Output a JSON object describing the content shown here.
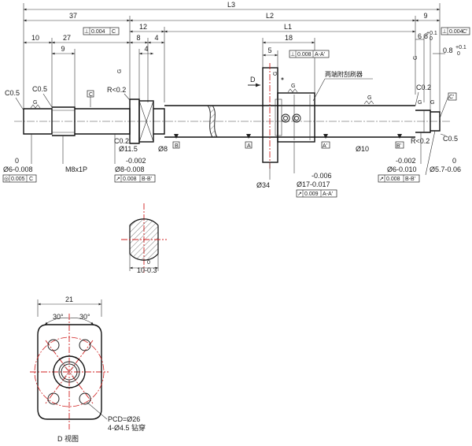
{
  "dims": {
    "L3": "L3",
    "L2": "L2",
    "L1": "L1",
    "d37": "37",
    "d9": "9",
    "d10": "10",
    "d27": "27",
    "d9b": "9",
    "d12": "12",
    "d8": "8",
    "d4": "4",
    "d4b": "4",
    "d18": "18",
    "d5": "5",
    "d6": "6",
    "d8b": "8",
    "d0_8": "0.8",
    "tol_p01": "+0.1",
    "tol_0": "0",
    "tol_p01b": "+0.1",
    "tol_0b": "0",
    "d21": "21",
    "d30a": "30°",
    "d30b": "30°"
  },
  "chamfers": {
    "c05_left": "C0.5",
    "c05_left2": "C0.5",
    "r02_left": "R<0.2",
    "c02_left": "C0.2",
    "c02_right": "C0.2",
    "r02_right": "R<0.2",
    "c05_right": "C0.5"
  },
  "datums": {
    "c": "C",
    "b": "B",
    "a": "A",
    "a_prime": "A'",
    "b_prime": "B'",
    "c_prime": "C'",
    "d_view": "D"
  },
  "fcf": {
    "perp_left": {
      "sym": "⊥",
      "val": "0.004",
      "ref": "C"
    },
    "perp_right": {
      "sym": "⊥",
      "val": "0.004",
      "ref": "C'"
    },
    "flange_perp": {
      "sym": "⊥",
      "val": "0.008",
      "ref": "A-A'"
    },
    "conc_left": {
      "sym": "◎",
      "val": "0.005",
      "ref": "C"
    },
    "runout_left": {
      "sym": "↗",
      "val": "0.008",
      "ref": "B-B'"
    },
    "runout_nut": {
      "sym": "↗",
      "val": "0.009",
      "ref": "A-A'"
    },
    "runout_right": {
      "sym": "↗",
      "val": "0.008",
      "ref": "B-B'"
    }
  },
  "callouts": {
    "d6_top": "0",
    "d6_bot": "Ø6-0.008",
    "m8": "M8x1P",
    "d8_top": "-0.002",
    "d8_bot": "Ø8-0.008",
    "d11": "Ø11.5",
    "d8s": "Ø8",
    "d34": "Ø34",
    "d17_top": "-0.006",
    "d17_bot": "Ø17-0.017",
    "d10": "Ø10",
    "d6r_top": "-0.002",
    "d6r_bot": "Ø6-0.010",
    "d57_top": "0",
    "d57_bot": "Ø5.7-0.06",
    "wiper": "两端附刮刷器",
    "g": "G",
    "flat_top": "0",
    "flat_bot": "10-0.3"
  },
  "flange_view": {
    "pcd": "PCD=Ø26",
    "holes": "4-Ø4.5 钻穿",
    "title": "D 视图"
  }
}
